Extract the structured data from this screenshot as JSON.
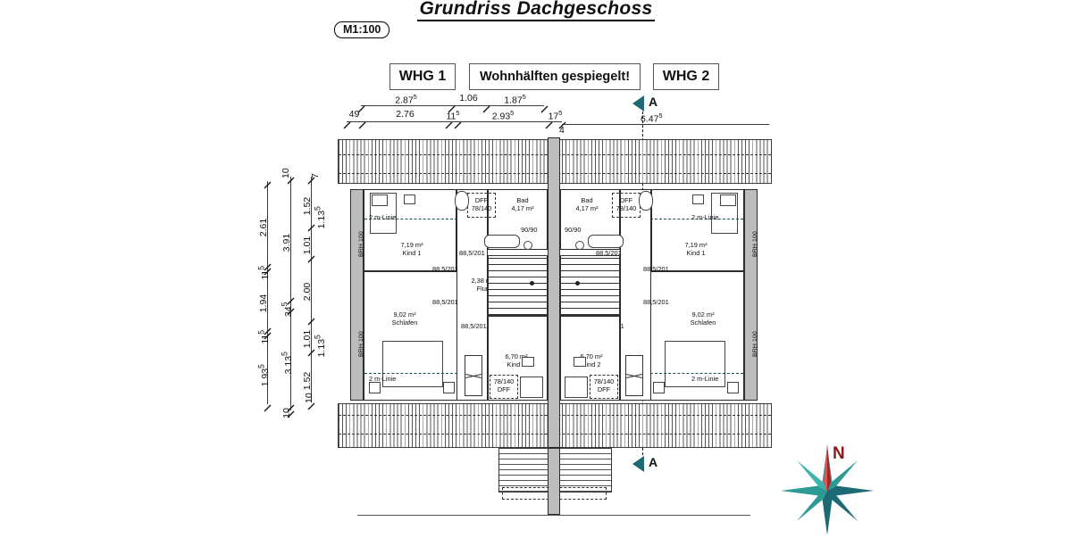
{
  "title": "Grundriss Dachgeschoss",
  "scale_badge": "M1:100",
  "captions": {
    "whg1": "WHG 1",
    "whg2": "WHG 2",
    "mirror_note": "Wohnhälften gespiegelt!"
  },
  "section_marker": {
    "label": "A",
    "color": "#1b6a74"
  },
  "compass": {
    "north_label": "N",
    "star_color": "#2e9a96",
    "needle_color": "#b02020"
  },
  "dimensions": {
    "top_chain_1": [
      "2.87",
      "1.06",
      "1.87"
    ],
    "top_chain_1_sup": [
      "5",
      "",
      "5"
    ],
    "top_chain_2": [
      "49",
      "2.76",
      "11",
      "2.93",
      "17"
    ],
    "top_chain_2_sup": [
      "",
      "",
      "5",
      "5",
      "5"
    ],
    "top_small": "4",
    "top_overall": "6.47",
    "top_overall_sup": "5",
    "left_chain_1": [
      "2.61",
      "11",
      "1.94",
      "11",
      "1.93"
    ],
    "left_chain_1_sup": [
      "",
      "5",
      "",
      "5",
      "5"
    ],
    "left_chain_2": [
      "3.91",
      "34",
      "3.13",
      "10"
    ],
    "left_chain_2_sup": [
      "",
      "5",
      "5",
      ""
    ],
    "left_chain_3": [
      "1.52",
      "1.01",
      "2.00",
      "1.01",
      "1.52"
    ],
    "left_chain_3_sup": [
      "",
      "",
      "",
      "",
      ""
    ],
    "left_chain_3_alt": [
      "1.13",
      "1.13"
    ],
    "left_chain_3_alt_sup": [
      "5",
      "5"
    ],
    "left_end_top": "7",
    "left_end_bottom": "10",
    "left_cap_top": "10"
  },
  "rooms": {
    "kind1": {
      "area": "7,19 m²",
      "name": "Kind 1"
    },
    "schlafen": {
      "area": "9,02 m²",
      "name": "Schlafen"
    },
    "kind2": {
      "area": "6,70 m²",
      "name": "Kind 2"
    },
    "flur": {
      "area": "2,38 m²",
      "name": "Flur"
    },
    "bad": {
      "area": "4,17 m²",
      "name": "Bad"
    }
  },
  "annotations": {
    "door": "88,5/201",
    "window_sill": "BRH 100",
    "two_meter_line": "2 m-Linie",
    "roof_window_label": "DFF",
    "roof_window_size": "78/140",
    "shower": "90/90"
  }
}
